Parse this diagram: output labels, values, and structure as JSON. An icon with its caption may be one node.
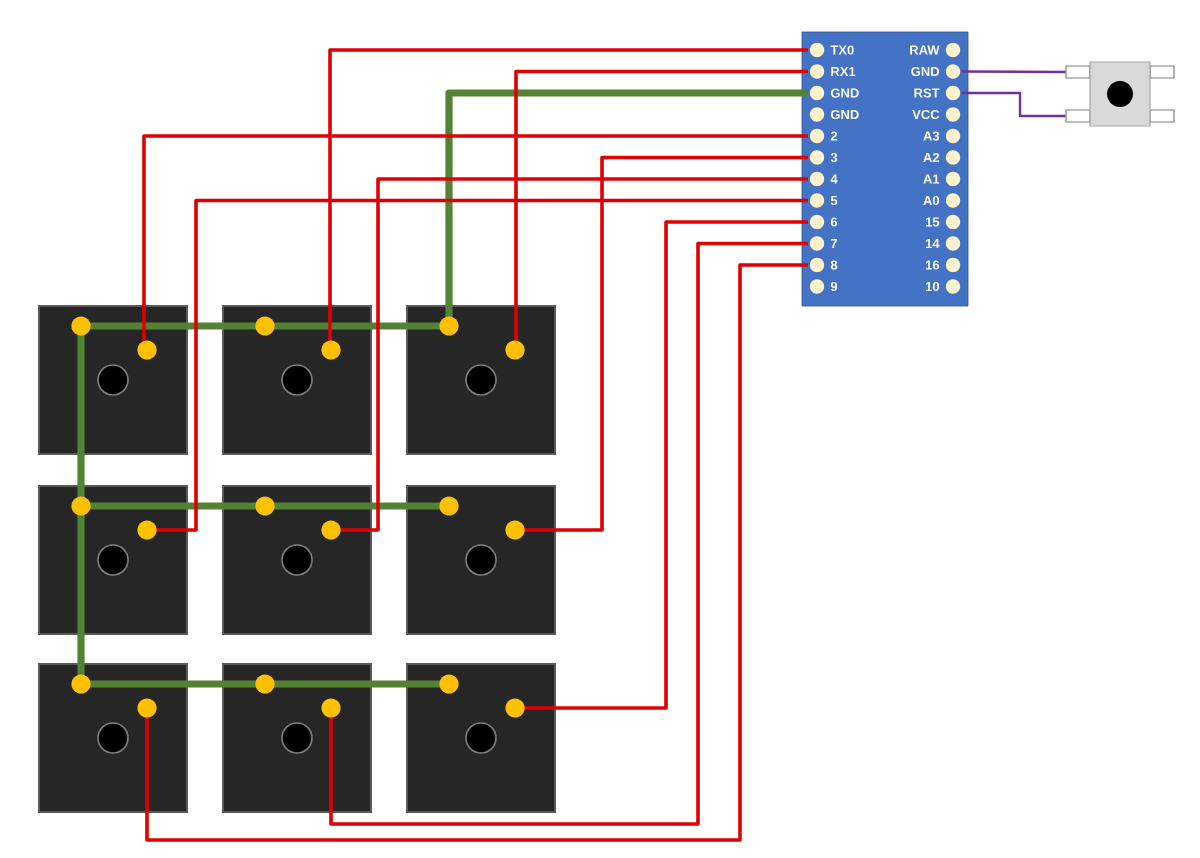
{
  "diagram": {
    "nodes": [
      {
        "text": [],
        "shape": "box"
      },
      {
        "text": [
          "TX0"
        ],
        "in": 0
      },
      {
        "text": [
          "RX1"
        ],
        "in": 0
      },
      {
        "text": [
          "GND"
        ],
        "in": 0
      },
      {
        "text": [
          "GND"
        ],
        "in": 0
      },
      {
        "text": [
          "2"
        ],
        "in": 0
      },
      {
        "text": [
          "3"
        ],
        "in": 0
      },
      {
        "text": [
          "4"
        ],
        "in": 0
      },
      {
        "text": [
          "5"
        ],
        "in": 0
      },
      {
        "text": [
          "6"
        ],
        "in": 0
      },
      {
        "text": [
          "7"
        ],
        "in": 0
      },
      {
        "text": [
          "8"
        ],
        "in": 0
      },
      {
        "text": [
          "9"
        ],
        "in": 0
      },
      {
        "text": [
          "RAW"
        ],
        "in": 0
      },
      {
        "text": [
          "GND"
        ],
        "in": 0
      },
      {
        "text": [
          "RST"
        ],
        "in": 0
      },
      {
        "text": [
          "VCC"
        ],
        "in": 0
      },
      {
        "text": [
          "A3"
        ],
        "in": 0
      },
      {
        "text": [
          "A2"
        ],
        "in": 0
      },
      {
        "text": [
          "A1"
        ],
        "in": 0
      },
      {
        "text": [
          "A0"
        ],
        "in": 0
      },
      {
        "text": [
          "15"
        ],
        "in": 0
      },
      {
        "text": [
          "14"
        ],
        "in": 0
      },
      {
        "text": [
          "16"
        ],
        "in": 0
      },
      {
        "text": [
          "10"
        ],
        "in": 0
      },
      {
        "text": [],
        "shape": "box"
      },
      {
        "text": [],
        "shape": "box"
      },
      {
        "text": [],
        "shape": "box"
      },
      {
        "text": [],
        "shape": "box"
      },
      {
        "text": [],
        "shape": "box"
      },
      {
        "text": [],
        "shape": "box"
      },
      {
        "text": [],
        "shape": "box"
      },
      {
        "text": [],
        "shape": "box"
      },
      {
        "text": [],
        "shape": "box"
      },
      {
        "text": [],
        "shape": "box"
      }
    ],
    "edges": [
      {
        "from": 1,
        "to": 27,
        "arrow": "none"
      },
      {
        "from": 2,
        "to": 28,
        "arrow": "none"
      },
      {
        "from": 5,
        "to": 26,
        "arrow": "none"
      },
      {
        "from": 6,
        "to": 31,
        "arrow": "none"
      },
      {
        "from": 7,
        "to": 30,
        "arrow": "none"
      },
      {
        "from": 8,
        "to": 29,
        "arrow": "none"
      },
      {
        "from": 9,
        "to": 34,
        "arrow": "none"
      },
      {
        "from": 10,
        "to": 33,
        "arrow": "none"
      },
      {
        "from": 11,
        "to": 32,
        "arrow": "none"
      },
      {
        "from": 3,
        "to": 26,
        "arrow": "none",
        "style": "thick",
        "color": "#548235"
      },
      {
        "from": 3,
        "to": 27,
        "arrow": "none",
        "style": "thick",
        "color": "#548235"
      },
      {
        "from": 3,
        "to": 28,
        "arrow": "none",
        "style": "thick",
        "color": "#548235"
      },
      {
        "from": 3,
        "to": 29,
        "arrow": "none",
        "style": "thick",
        "color": "#548235"
      },
      {
        "from": 3,
        "to": 30,
        "arrow": "none",
        "style": "thick",
        "color": "#548235"
      },
      {
        "from": 3,
        "to": 31,
        "arrow": "none",
        "style": "thick",
        "color": "#548235"
      },
      {
        "from": 3,
        "to": 32,
        "arrow": "none",
        "style": "thick",
        "color": "#548235"
      },
      {
        "from": 3,
        "to": 33,
        "arrow": "none",
        "style": "thick",
        "color": "#548235"
      },
      {
        "from": 3,
        "to": 34,
        "arrow": "none",
        "style": "thick",
        "color": "#548235"
      },
      {
        "from": 14,
        "to": 25,
        "arrow": "none",
        "color": "#7030a0"
      },
      {
        "from": 15,
        "to": 25,
        "arrow": "none",
        "color": "#7030a0"
      }
    ]
  }
}
